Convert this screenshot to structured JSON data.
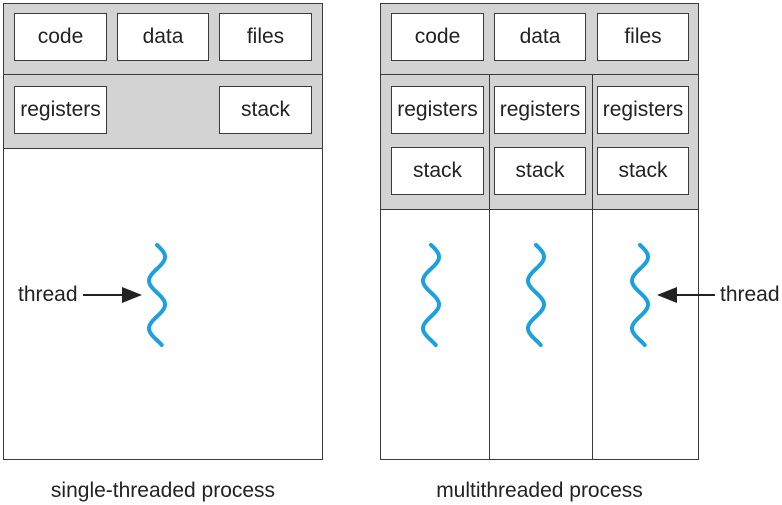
{
  "single": {
    "code": "code",
    "data": "data",
    "files": "files",
    "registers": "registers",
    "stack": "stack",
    "thread_label": "thread",
    "caption": "single-threaded process"
  },
  "multi": {
    "code": "code",
    "data": "data",
    "files": "files",
    "registers": [
      "registers",
      "registers",
      "registers"
    ],
    "stacks": [
      "stack",
      "stack",
      "stack"
    ],
    "thread_label": "thread",
    "caption": "multithreaded process"
  },
  "colors": {
    "thread_wave": "#1ba0e0",
    "shared_area": "#d3d3d3",
    "outline": "#3a3a3a"
  }
}
